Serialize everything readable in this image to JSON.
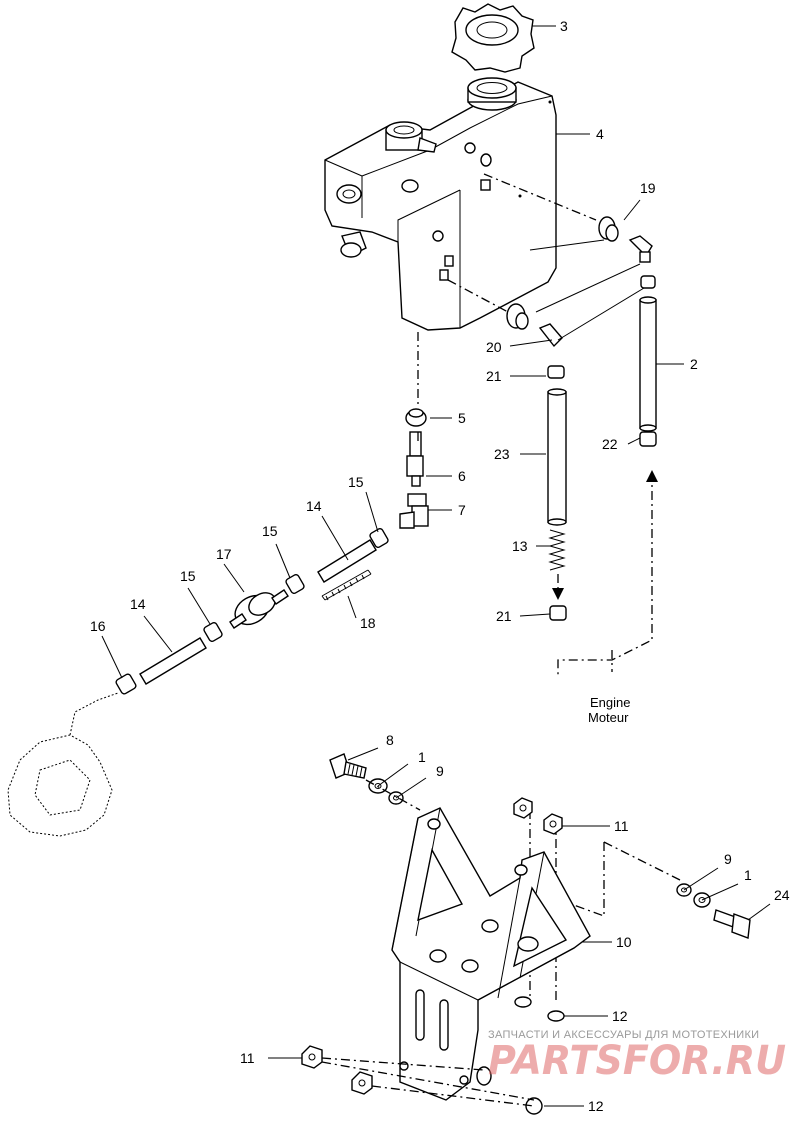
{
  "callouts": {
    "c1a": "1",
    "c1b": "1",
    "c2": "2",
    "c3": "3",
    "c4": "4",
    "c5": "5",
    "c6": "6",
    "c7": "7",
    "c8": "8",
    "c9a": "9",
    "c9b": "9",
    "c10": "10",
    "c11a": "11",
    "c11b": "11",
    "c12a": "12",
    "c12b": "12",
    "c13": "13",
    "c14a": "14",
    "c14b": "14",
    "c15a": "15",
    "c15b": "15",
    "c15c": "15",
    "c16": "16",
    "c17": "17",
    "c18": "18",
    "c19": "19",
    "c20": "20",
    "c21a": "21",
    "c21b": "21",
    "c22": "22",
    "c23": "23",
    "c24": "24"
  },
  "engine_label": {
    "en": "Engine",
    "fr": "Moteur"
  },
  "watermark": {
    "line1": "ЗАПЧАСТИ И АКСЕССУАРЫ ДЛЯ МОТОТЕХНИКИ",
    "logo": "PARTSFOR.RU"
  }
}
